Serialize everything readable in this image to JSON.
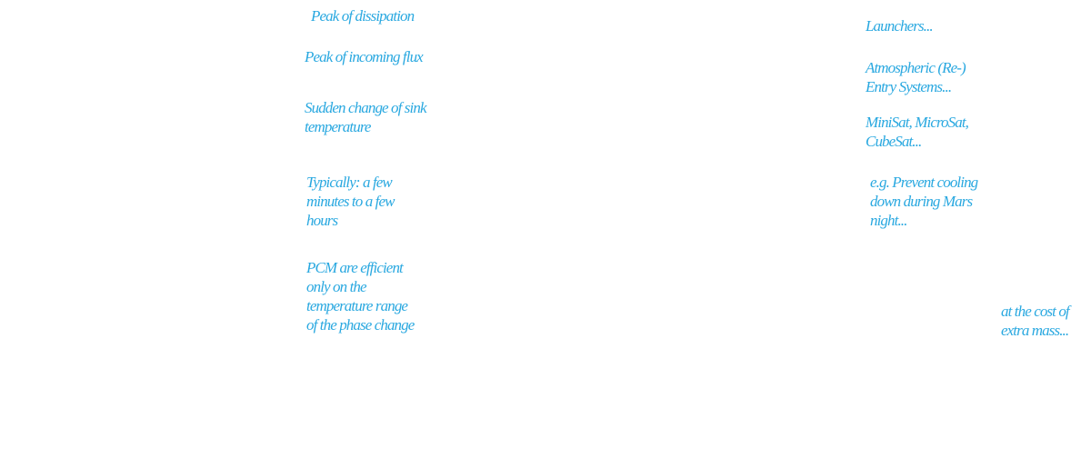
{
  "text_color": "#29a8e0",
  "left_notes": [
    {
      "text": "Peak of dissipation"
    },
    {
      "text": "Peak of incoming flux"
    },
    {
      "text": "Sudden change of sink\ntemperature"
    },
    {
      "text": "Typically: a few\nminutes to a few\nhours"
    },
    {
      "text": "PCM are efficient\nonly on the\ntemperature range\nof the phase change"
    }
  ],
  "right_notes": [
    {
      "text": "Launchers..."
    },
    {
      "text": "Atmospheric (Re-)\nEntry Systems..."
    },
    {
      "text": "MiniSat, MicroSat,\nCubeSat..."
    },
    {
      "text": "e.g. Prevent cooling\ndown during Mars\nnight..."
    },
    {
      "text": "at the cost of\nextra mass..."
    }
  ]
}
